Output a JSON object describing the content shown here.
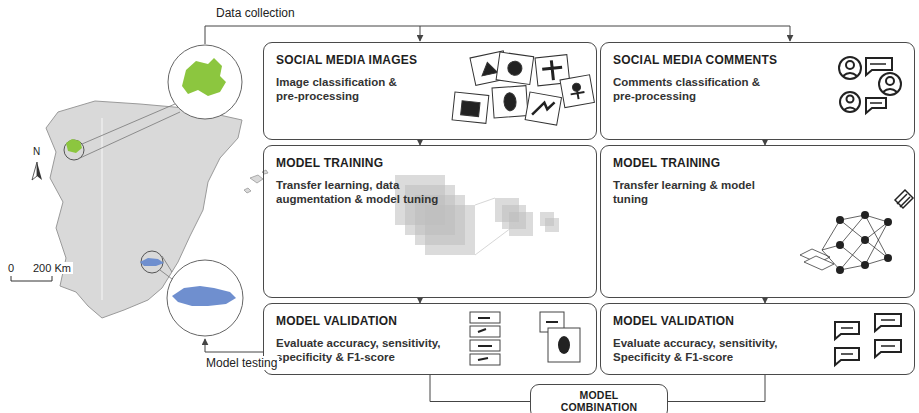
{
  "diagram": {
    "nodes": [
      {
        "text": [
          "SOCIAL MEDIA IMAGES",
          "Image classification & pre-processing"
        ]
      },
      {
        "text": [
          "SOCIAL MEDIA COMMENTS",
          "Comments classification & pre-processing"
        ]
      },
      {
        "text": [
          "MODEL TRAINING",
          "Transfer learning, data augmentation & model tuning"
        ]
      },
      {
        "text": [
          "MODEL TRAINING",
          "Transfer learning & model tuning"
        ]
      },
      {
        "text": [
          "MODEL VALIDATION",
          "Evaluate accuracy, sensitivity, specificity & F1-score"
        ]
      },
      {
        "text": [
          "MODEL VALIDATION",
          "Evaluate accuracy, sensitivity, Specificity & F1-score"
        ]
      },
      {
        "text": [
          "MODEL COMBINATION"
        ]
      }
    ],
    "edges": [
      {
        "from": 0,
        "to": 2,
        "arrow": "to"
      },
      {
        "from": 1,
        "to": 3,
        "arrow": "to"
      },
      {
        "from": 2,
        "to": 4,
        "arrow": "to"
      },
      {
        "from": 3,
        "to": 5,
        "arrow": "to"
      },
      {
        "from": 4,
        "to": 6,
        "arrow": "none"
      },
      {
        "from": 5,
        "to": 6,
        "arrow": "none"
      }
    ],
    "labels": [
      "Data collection",
      "Model testing",
      "N",
      "0",
      "200 Km"
    ]
  }
}
